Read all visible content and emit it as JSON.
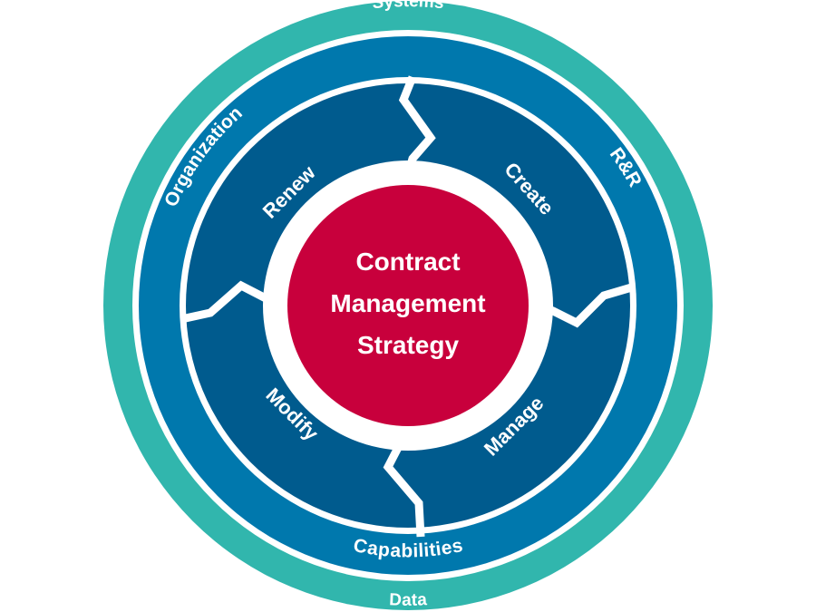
{
  "diagram": {
    "outer_ring": {
      "top_label": "Systems",
      "bottom_label": "Data",
      "color": "#31b6ad"
    },
    "middle_ring": {
      "left_label": "Organization",
      "right_label": "R&R",
      "bottom_label": "Capabilities",
      "color": "#0078ad"
    },
    "cycle": {
      "color": "#005b8e",
      "segments": [
        {
          "label": "Create"
        },
        {
          "label": "Manage"
        },
        {
          "label": "Modify"
        },
        {
          "label": "Renew"
        }
      ]
    },
    "center": {
      "lines": [
        "Contract",
        "Management",
        "Strategy"
      ],
      "color": "#c8003c"
    }
  }
}
